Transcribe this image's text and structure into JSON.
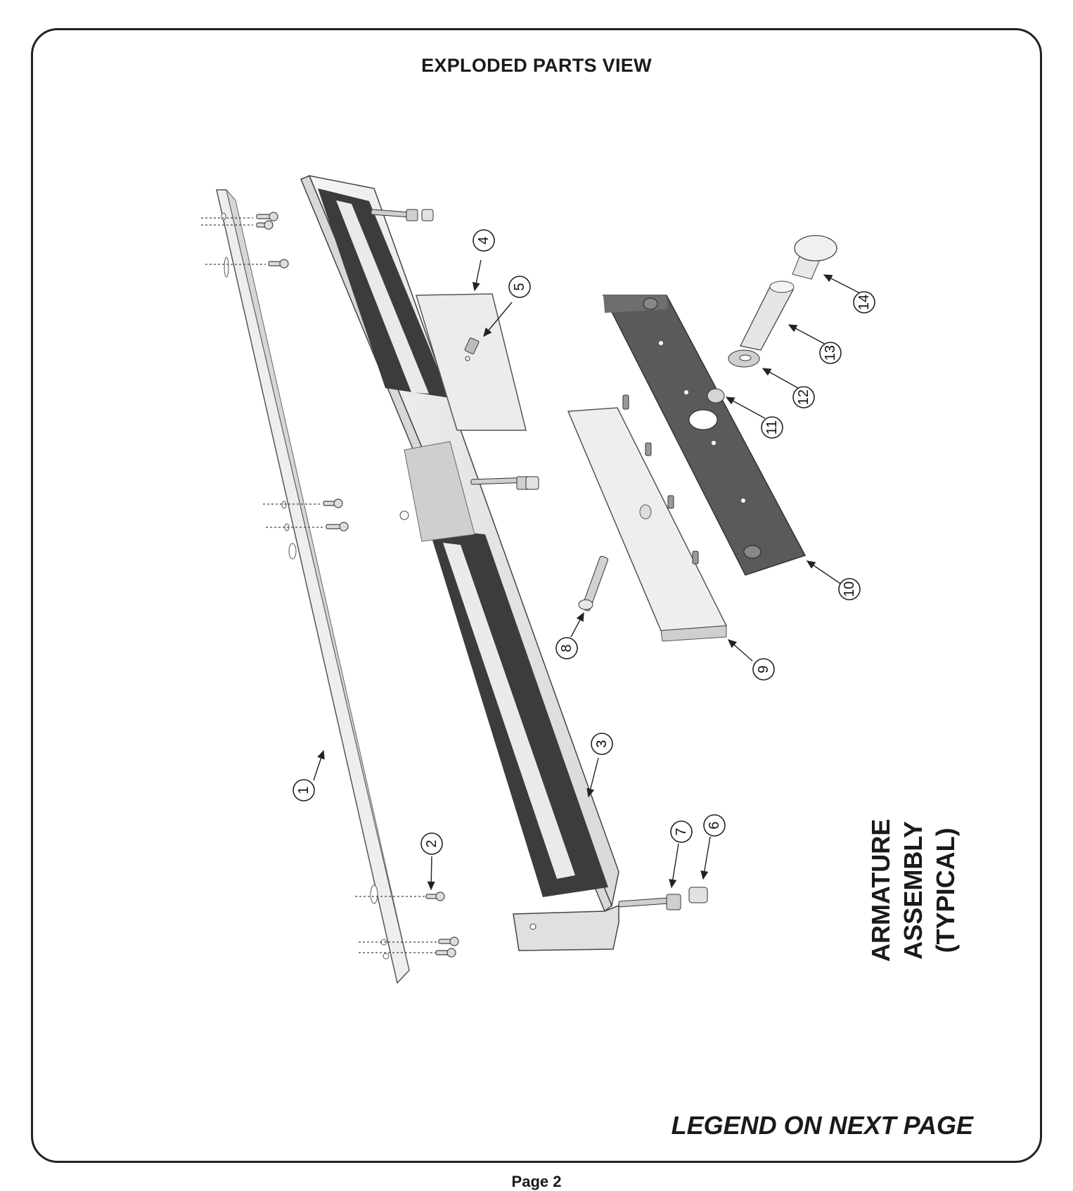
{
  "title": "EXPLODED PARTS VIEW",
  "armature_label": [
    "ARMATURE",
    "ASSEMBLY",
    "(TYPICAL)"
  ],
  "legend_note": "LEGEND ON NEXT PAGE",
  "footer": "Page 2",
  "callouts": [
    "1",
    "2",
    "3",
    "4",
    "5",
    "6",
    "7",
    "8",
    "9",
    "10",
    "11",
    "12",
    "13",
    "14"
  ],
  "colors": {
    "dark_part": "#555555",
    "light_part": "#e6e6e6",
    "stroke": "#333333",
    "frame": "#222222"
  }
}
